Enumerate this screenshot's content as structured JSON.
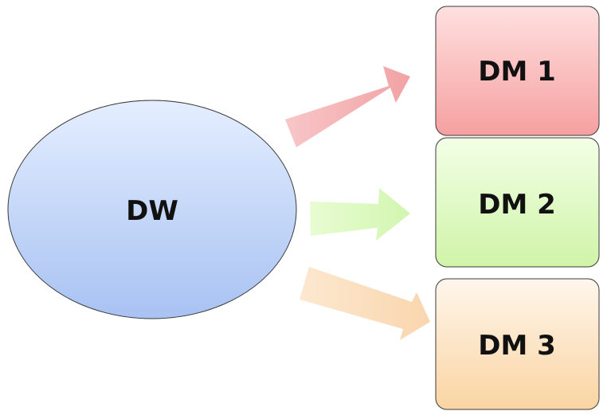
{
  "source": {
    "label": "DW"
  },
  "targets": [
    {
      "label": "DM 1",
      "fill_top": "#FFE0E0",
      "fill_bottom": "#F6A0A0",
      "arrow_color": "#F4A4A6"
    },
    {
      "label": "DM 2",
      "fill_top": "#F2FFE6",
      "fill_bottom": "#D0F4A8",
      "arrow_color": "#D8F8B8"
    },
    {
      "label": "DM 3",
      "fill_top": "#FFF6EC",
      "fill_bottom": "#FAD4A2",
      "arrow_color": "#FBDDB8"
    }
  ],
  "colors": {
    "ellipse_top": "#E4EEFF",
    "ellipse_bottom": "#A8C2F2",
    "stroke": "#3A3A3A"
  }
}
